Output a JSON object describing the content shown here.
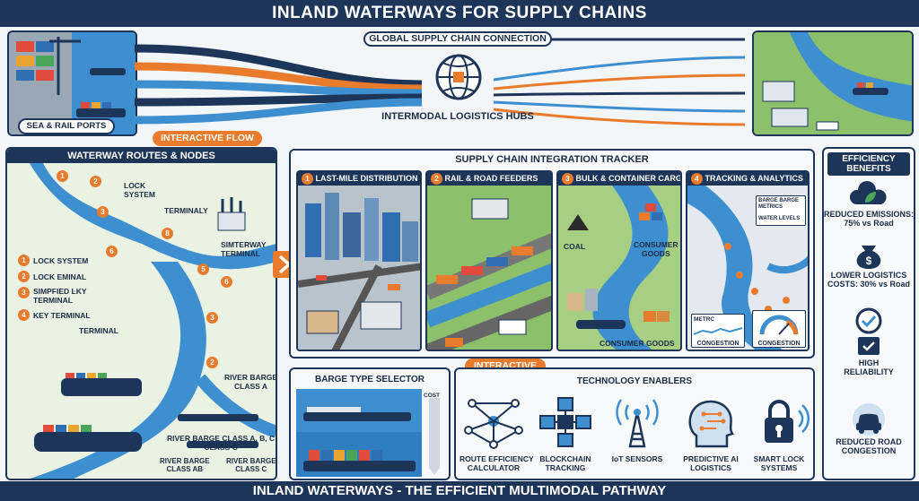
{
  "header": {
    "title": "INLAND WATERWAYS FOR SUPPLY CHAINS"
  },
  "footer": {
    "title": "INLAND WATERWAYS - THE EFFICIENT MULTIMODAL PATHWAY"
  },
  "top": {
    "ports_label": "SEA & RAIL PORTS",
    "connection_label": "GLOBAL SUPPLY CHAIN CONNECTION",
    "hubs_label": "INTERMODAL LOGISTICS HUBS",
    "interactive_flow": "INTERACTIVE FLOW"
  },
  "routes": {
    "title": "WATERWAY ROUTES & NODES",
    "map_labels": {
      "lock_system": "LOCK\nSYSTEM",
      "terminaly": "TERMINALY",
      "simterway": "SIMTERWAY\nTERMINAL",
      "terminal": "TERMINAL",
      "river_barge_a": "RIVER BARGE\nCLASS A",
      "river_barge_abc": "RIVER BARGE CLASS A, B, C\nCLASS C",
      "river_barge_ab": "RIVER BARGE\nCLASS AB",
      "river_barge_c": "RIVER BARGE\nCLASS C"
    },
    "legend": [
      {
        "num": "1",
        "label": "LOCK SYSTEM"
      },
      {
        "num": "2",
        "label": "LOCK EMINAL"
      },
      {
        "num": "3",
        "label": "SIMPFIED ĿKY\nTERMINAL"
      },
      {
        "num": "4",
        "label": "KEY TERMINAL"
      }
    ],
    "markers": [
      "1",
      "2",
      "3",
      "8",
      "6",
      "5",
      "6",
      "3",
      "2"
    ]
  },
  "tracker": {
    "title": "SUPPLY CHAIN INTEGRATION TRACKER",
    "tiles": [
      {
        "num": "1",
        "label": "LAST-MILE DISTRIBUTION"
      },
      {
        "num": "2",
        "label": "RAIL & ROAD FEEDERS"
      },
      {
        "num": "3",
        "label": "BULK & CONTAINER CARGO"
      },
      {
        "num": "4",
        "label": "TRACKING & ANALYTICS"
      }
    ],
    "cargo_labels": {
      "coal": "COAL",
      "consumer1": "CONSUMER\nGOODS",
      "consumer2": "CONSUMER GOODS"
    },
    "analytics_labels": {
      "barge_metrics": "BARGE BARGE\nMETRICS",
      "water_levels": "WATER LEVELS",
      "metrc": "METRC",
      "congestion1": "CONGESTION",
      "congestion2": "CONGESTION"
    }
  },
  "selector": {
    "title": "BARGE TYPE SELECTOR",
    "cost_label": "COST"
  },
  "interactive": "INTERACTIVE",
  "tech": {
    "title": "TECHNOLOGY ENABLERS",
    "items": [
      {
        "icon": "network-icon",
        "label": "ROUTE EFFICIENCY\nCALCULATOR"
      },
      {
        "icon": "blockchain-icon",
        "label": "BLOCKCHAIN\nTRACKING"
      },
      {
        "icon": "iot-tower-icon",
        "label": "IoT SENSORS"
      },
      {
        "icon": "ai-head-icon",
        "label": "PREDICTIVE AI\nLOGISTICS"
      },
      {
        "icon": "smart-lock-icon",
        "label": "SMART LOCK\nSYSTEMS"
      }
    ]
  },
  "benefits": {
    "title": "EFFICIENCY\nBENEFITS",
    "items": [
      {
        "icon": "cloud-leaf-icon",
        "label": "REDUCED EMISSIONS:\n75% vs Road"
      },
      {
        "icon": "money-bag-icon",
        "label": "LOWER LOGISTICS\nCOSTS: 30% vs Road"
      },
      {
        "icon": "badge-check-icon",
        "label": "HIGH\nRELIABILITY"
      },
      {
        "icon": "car-icon",
        "label": "REDUCED ROAD\nCONGESTION"
      }
    ]
  },
  "colors": {
    "navy": "#1d3558",
    "orange": "#e97b2c",
    "water": "#3d8fd0",
    "land": "#8cc06a"
  }
}
